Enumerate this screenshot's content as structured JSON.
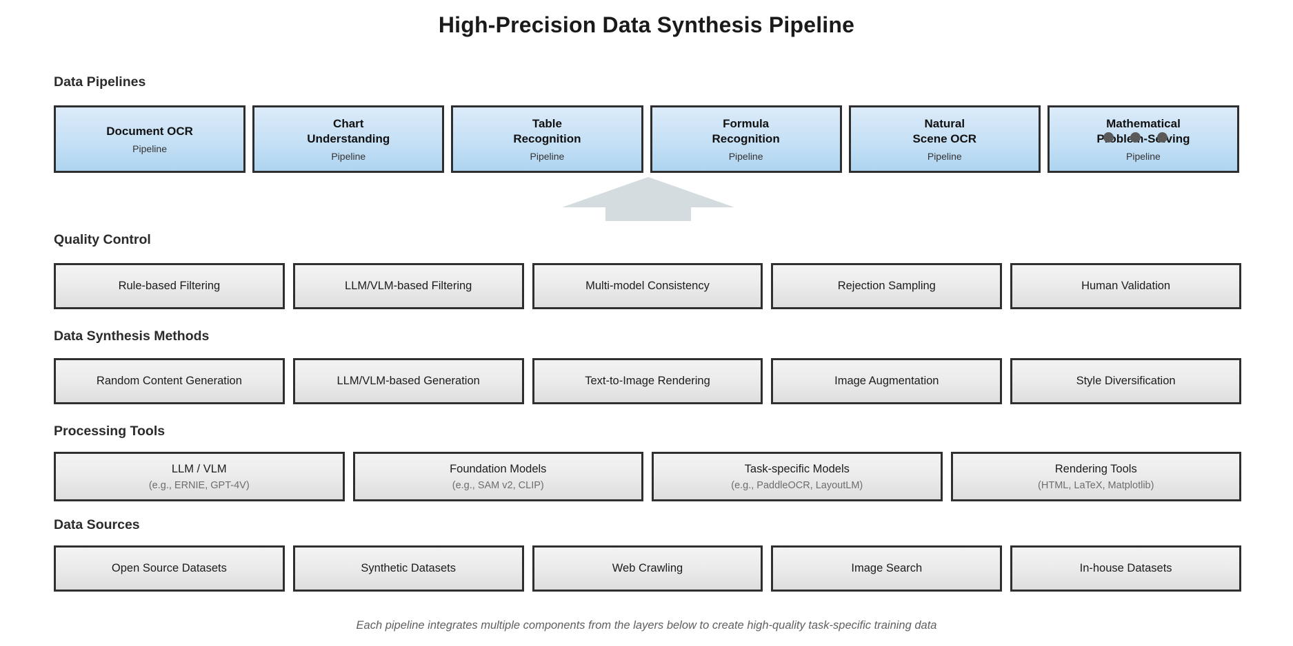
{
  "title": "High-Precision Data Synthesis Pipeline",
  "colors": {
    "pipeline_fill_top": "#dcebf9",
    "pipeline_fill_bottom": "#aed4f0",
    "box_border": "#2e2e2e",
    "gray_fill_top": "#f3f3f3",
    "gray_fill_bottom": "#dedede",
    "arrow_fill": "#d4dce0",
    "dot_color": "#5a5a5a",
    "footer_text": "#5f5f5f"
  },
  "sections": {
    "pipelines": {
      "heading": "Data Pipelines",
      "items": [
        {
          "title": "Document OCR",
          "sub": "Pipeline"
        },
        {
          "title": "Chart\nUnderstanding",
          "sub": "Pipeline"
        },
        {
          "title": "Table\nRecognition",
          "sub": "Pipeline"
        },
        {
          "title": "Formula\nRecognition",
          "sub": "Pipeline"
        },
        {
          "title": "Natural\nScene OCR",
          "sub": "Pipeline"
        },
        {
          "title": "Mathematical\nProblem-Solving",
          "sub": "Pipeline"
        }
      ],
      "overflow_indicator": "three-dots"
    },
    "quality_control": {
      "heading": "Quality Control",
      "items": [
        {
          "label": "Rule-based Filtering"
        },
        {
          "label": "LLM/VLM-based Filtering"
        },
        {
          "label": "Multi-model Consistency"
        },
        {
          "label": "Rejection Sampling"
        },
        {
          "label": "Human Validation"
        }
      ]
    },
    "synthesis_methods": {
      "heading": "Data Synthesis Methods",
      "items": [
        {
          "label": "Random Content Generation"
        },
        {
          "label": "LLM/VLM-based Generation"
        },
        {
          "label": "Text-to-Image Rendering"
        },
        {
          "label": "Image Augmentation"
        },
        {
          "label": "Style Diversification"
        }
      ]
    },
    "processing_tools": {
      "heading": "Processing Tools",
      "items": [
        {
          "label": "LLM / VLM",
          "sub": "(e.g., ERNIE, GPT-4V)"
        },
        {
          "label": "Foundation Models",
          "sub": "(e.g., SAM v2, CLIP)"
        },
        {
          "label": "Task-specific Models",
          "sub": "(e.g., PaddleOCR, LayoutLM)"
        },
        {
          "label": "Rendering Tools",
          "sub": "(HTML, LaTeX, Matplotlib)"
        }
      ]
    },
    "data_sources": {
      "heading": "Data Sources",
      "items": [
        {
          "label": "Open Source Datasets"
        },
        {
          "label": "Synthetic Datasets"
        },
        {
          "label": "Web Crawling"
        },
        {
          "label": "Image Search"
        },
        {
          "label": "In-house Datasets"
        }
      ]
    }
  },
  "footer": "Each pipeline integrates multiple components from the layers below to create high-quality task-specific training data"
}
